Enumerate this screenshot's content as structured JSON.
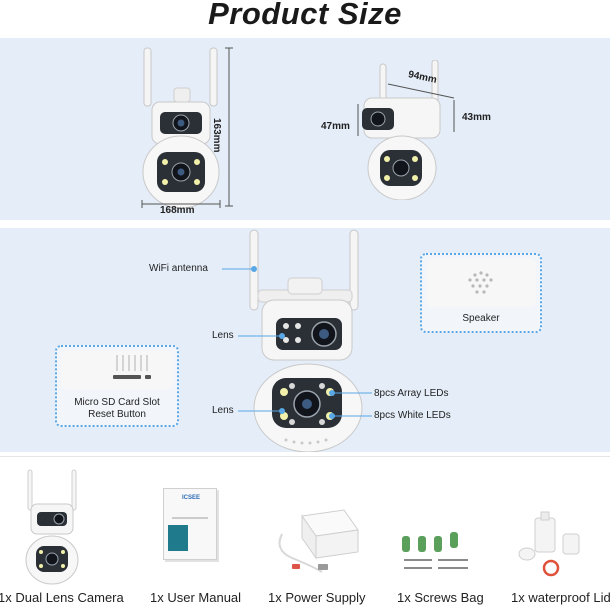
{
  "title": "Product Size",
  "dimensions": {
    "front_height": "163mm",
    "front_width": "168mm",
    "side_depth": "94mm",
    "side_left": "47mm",
    "side_right": "43mm"
  },
  "features": {
    "wifi_antenna": "WiFi antenna",
    "lens_top": "Lens",
    "lens_bottom": "Lens",
    "array_leds": "8pcs Array LEDs",
    "white_leds": "8pcs White LEDs",
    "speaker": "Speaker",
    "sd_slot": "Micro SD Card Slot",
    "reset_button": "Reset Button"
  },
  "package": [
    {
      "label": "1x Dual Lens Camera",
      "icon": "camera-icon"
    },
    {
      "label": "1x User Manual",
      "icon": "manual-icon"
    },
    {
      "label": "1x Power Supply",
      "icon": "power-supply-icon"
    },
    {
      "label": "1x Screws Bag",
      "icon": "screws-icon"
    },
    {
      "label": "1x waterproof Lid",
      "icon": "lid-icon"
    }
  ],
  "manual_cover_text": "ICSEE",
  "colors": {
    "panel": "#e4edf8",
    "accent": "#5aa7e6",
    "camera_body": "#f4f4f4"
  }
}
